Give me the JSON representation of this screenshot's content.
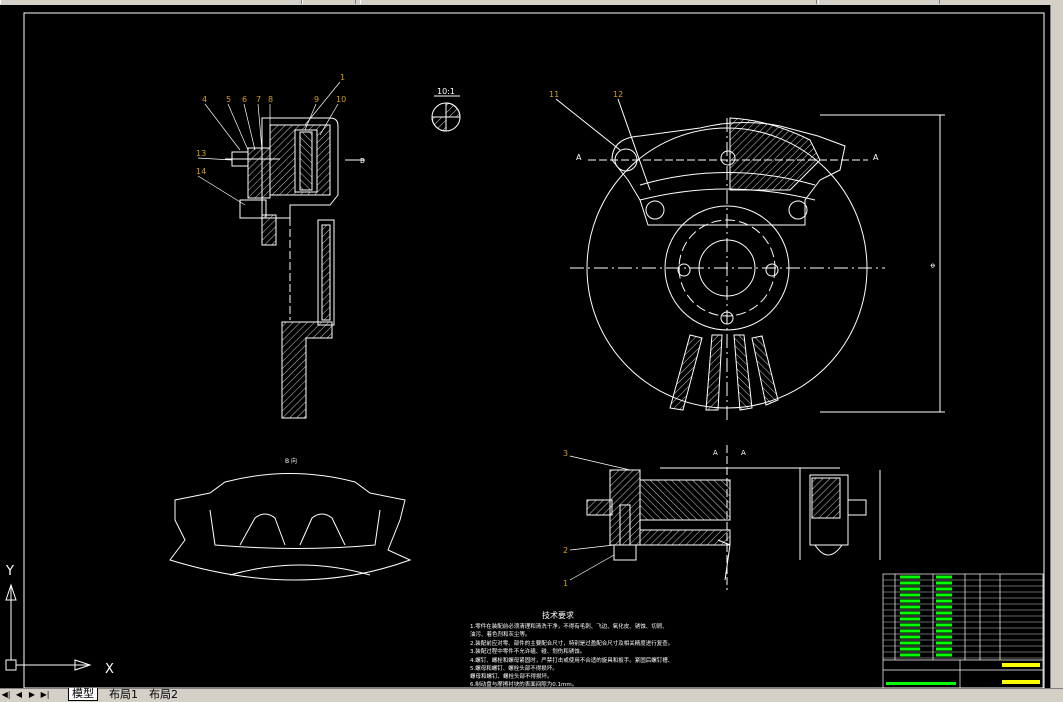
{
  "tabs": [
    {
      "label": "模型",
      "active": true
    },
    {
      "label": "布局1",
      "active": false
    },
    {
      "label": "布局2",
      "active": false
    }
  ],
  "nav_buttons": [
    "◀|",
    "◀",
    "▶",
    "▶|"
  ],
  "ucs": {
    "x_label": "X",
    "y_label": "Y"
  },
  "drawing": {
    "scale_label": "10:1",
    "view_label_b": "B",
    "view_b_title": "B 向",
    "section_a_labels": [
      "A",
      "A"
    ],
    "callouts_left": [
      "4",
      "5",
      "6",
      "7",
      "8",
      "9",
      "10",
      "1",
      "13",
      "14"
    ],
    "callouts_right": [
      "11",
      "12"
    ],
    "callouts_bottom": [
      "3",
      "2",
      "1"
    ],
    "dim_vertical": "Φ",
    "tech_req_title": "技术要求",
    "tech_req_lines": [
      "1.零件在装配前必须清理和清洗干净，不得有毛刺、飞边、氧化皮、锈蚀、切屑、",
      "油污、着色剂和灰尘等。",
      "2.装配前应对零、部件的主要配合尺寸，特别是过盈配合尺寸及相关精度进行复查。",
      "3.装配过程中零件不允许磕、碰、划伤和锈蚀。",
      "4.螺钉、螺栓和螺母紧固时，严禁打击或使用不合适的旋具和扳手。紧固后螺钉槽、",
      "5.螺母和螺钉、螺栓头部不得损坏。",
      "螺母和螺钉、螺栓头部不得损坏。",
      "6.制动盘与摩擦衬块的表面间隙为0.1mm。"
    ]
  },
  "colors": {
    "lines": "#ffffff",
    "callout": "#d4a017",
    "table_green": "#00ff00",
    "table_yellow": "#ffff00",
    "ui_gray": "#d4d0c8"
  }
}
